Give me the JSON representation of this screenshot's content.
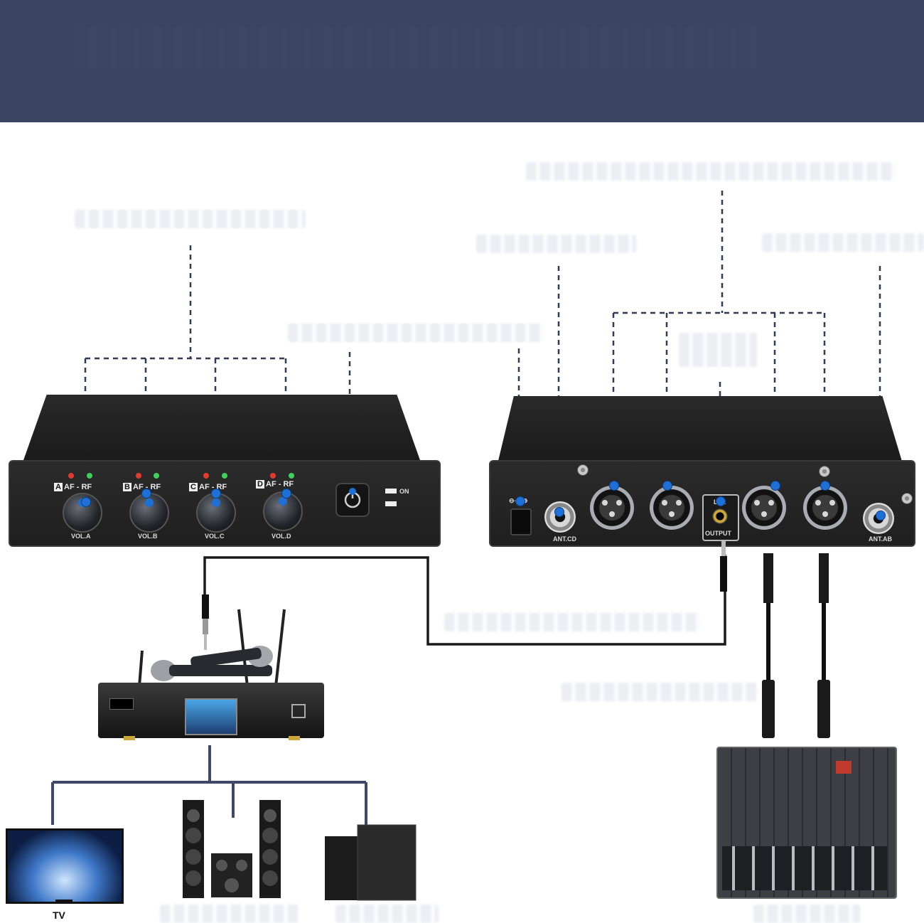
{
  "receiver_front": {
    "channels": [
      {
        "letter": "A",
        "af_rf": "AF - RF",
        "vol": "VOL.A"
      },
      {
        "letter": "B",
        "af_rf": "AF - RF",
        "vol": "VOL.B"
      },
      {
        "letter": "C",
        "af_rf": "AF - RF",
        "vol": "VOL.C"
      },
      {
        "letter": "D",
        "af_rf": "AF - RF",
        "vol": "VOL.D"
      }
    ],
    "power_on": "ON"
  },
  "receiver_back": {
    "antenna_cd": "ANT.CD",
    "antenna_ab": "ANT.AB",
    "mix_label": "L+R",
    "output_label": "OUTPUT",
    "dc_symbol": "⊖-◐-⊕"
  },
  "devices": {
    "tv_label": "TV"
  },
  "colors": {
    "banner": "#3b4460",
    "accent_blue": "#1e6fd6",
    "led_red": "#e23b2e",
    "led_green": "#3ed05a"
  }
}
